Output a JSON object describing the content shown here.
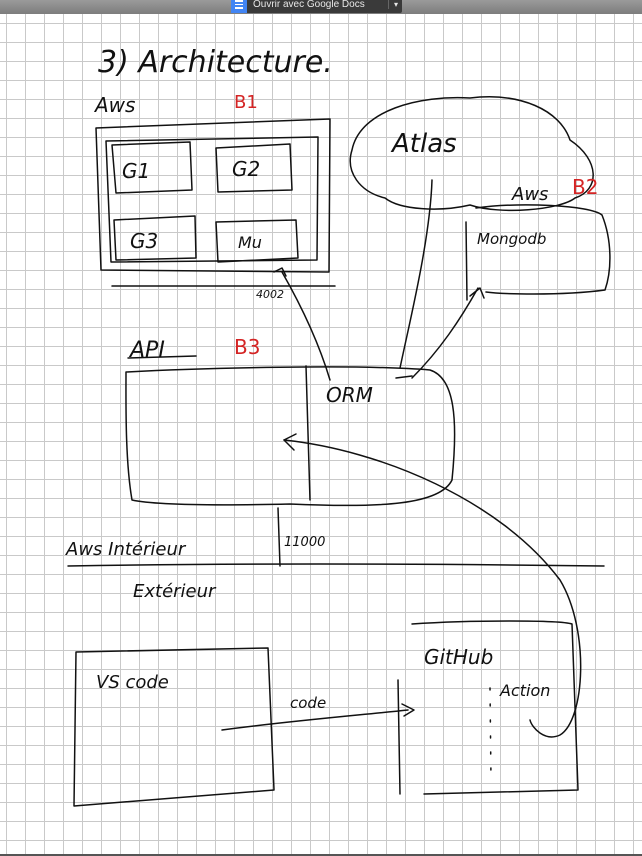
{
  "viewer": {
    "open_label": "Ouvrir avec Google Docs",
    "chevron": "▾",
    "accent": "#4285f4"
  },
  "diagram": {
    "title": "3) Architecture.",
    "aws_top": "Aws",
    "b1": "B1",
    "g1": "G1",
    "g2": "G2",
    "g3": "G3",
    "mu": "Mu",
    "port_4002": "4002",
    "atlas": "Atlas",
    "aws_b2": "Aws",
    "b2": "B2",
    "mongodb": "Mongodb",
    "api": "API",
    "b3": "B3",
    "orm": "ORM",
    "aws_interieur": "Aws Intérieur",
    "port_11000": "11000",
    "exterieur": "Extérieur",
    "vscode": "VS code",
    "code": "code",
    "github": "GitHub",
    "action": "Action",
    "label_color": "#d42424"
  }
}
